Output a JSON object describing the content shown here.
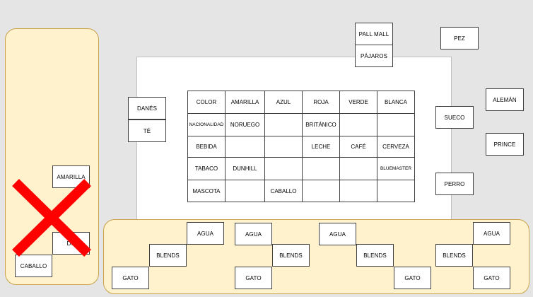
{
  "left_tray": {
    "cards": [
      "AMARILLA",
      "DU",
      "CABALLO"
    ]
  },
  "top_cards": {
    "pall_mall": "PALL MALL",
    "pajaros": "PÁJAROS",
    "pez": "PEZ",
    "danes": "DANÉS",
    "te": "TÉ",
    "sueco": "SUECO",
    "aleman": "ALEMÁN",
    "prince": "PRINCE",
    "perro": "PERRO"
  },
  "grid": {
    "rows": [
      [
        "COLOR",
        "AMARILLA",
        "AZUL",
        "ROJA",
        "VERDE",
        "BLANCA"
      ],
      [
        "NACIONALIDAD",
        "NORUEGO",
        "",
        "BRITÁNICO",
        "",
        ""
      ],
      [
        "BEBIDA",
        "",
        "",
        "LECHE",
        "CAFÉ",
        "CERVEZA"
      ],
      [
        "TABACO",
        "DUNHILL",
        "",
        "",
        "",
        "BLUEMASTER"
      ],
      [
        "MASCOTA",
        "",
        "CABALLO",
        "",
        "",
        ""
      ]
    ]
  },
  "bottom_tray": {
    "agua": "AGUA",
    "blends": "BLENDS",
    "gato": "GATO"
  },
  "colors": {
    "tray_fill": "#fff2cc",
    "tray_border": "#c9a24a",
    "x_mark": "#ff0000"
  }
}
